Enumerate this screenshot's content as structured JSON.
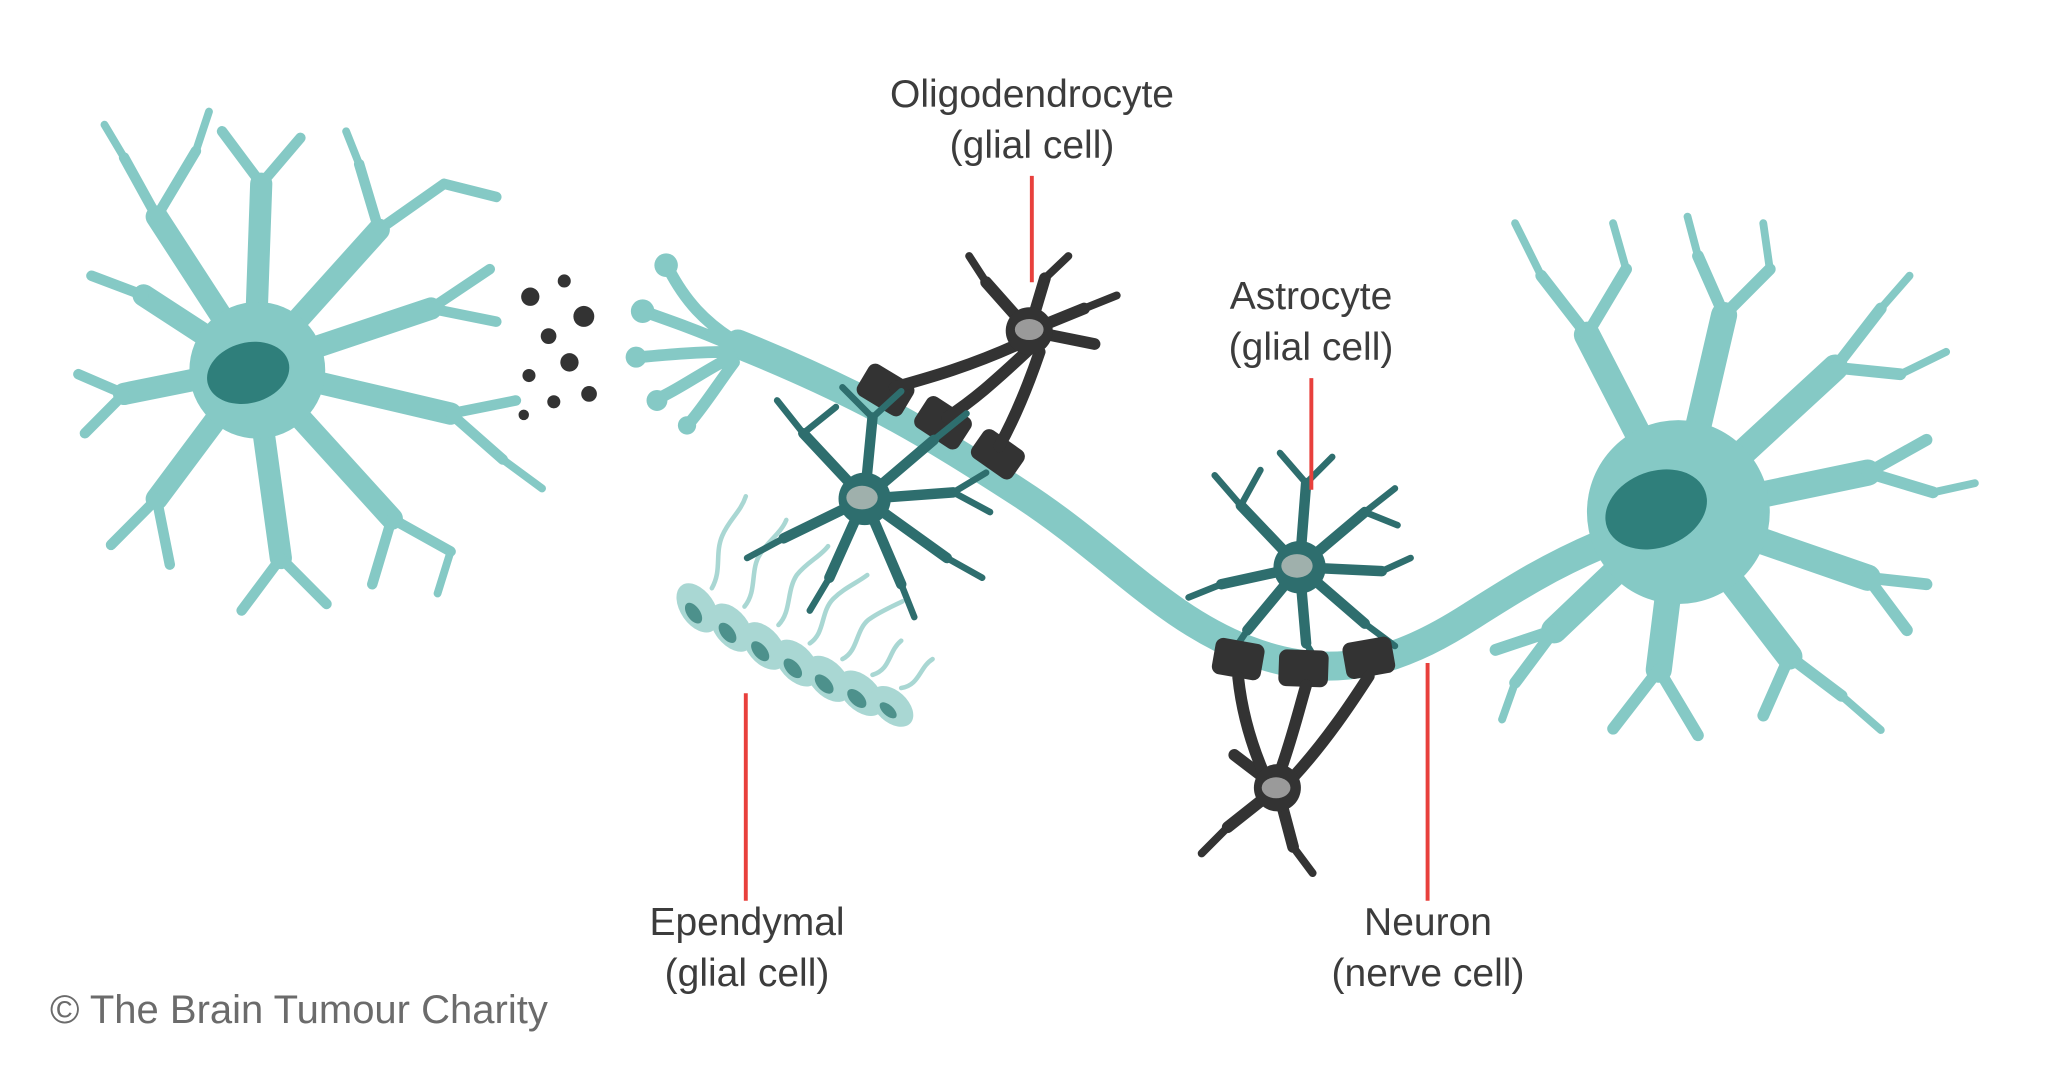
{
  "labels": {
    "oligodendrocyte": {
      "title": "Oligodendrocyte",
      "subtitle": "(glial cell)"
    },
    "astrocyte": {
      "title": "Astrocyte",
      "subtitle": "(glial cell)"
    },
    "ependymal": {
      "title": "Ependymal",
      "subtitle": "(glial cell)"
    },
    "neuron": {
      "title": "Neuron",
      "subtitle": "(nerve cell)"
    }
  },
  "footer": {
    "copyright": "© The Brain Tumour Charity"
  },
  "colors": {
    "background": "#ffffff",
    "neuron_teal": "#85c9c5",
    "nucleus_teal": "#2f7f7b",
    "glial_dark_teal": "#2e6e6e",
    "ependymal_light_teal": "#a9d7d3",
    "ependymal_nucleus": "#4d918c",
    "oligodendrocyte_dark": "#333333",
    "oligodendrocyte_nucleus": "#9a9a9a",
    "pointer_line_red": "#e8403c",
    "label_text": "#3c3c3c",
    "copyright_text": "#6b6b6b"
  }
}
